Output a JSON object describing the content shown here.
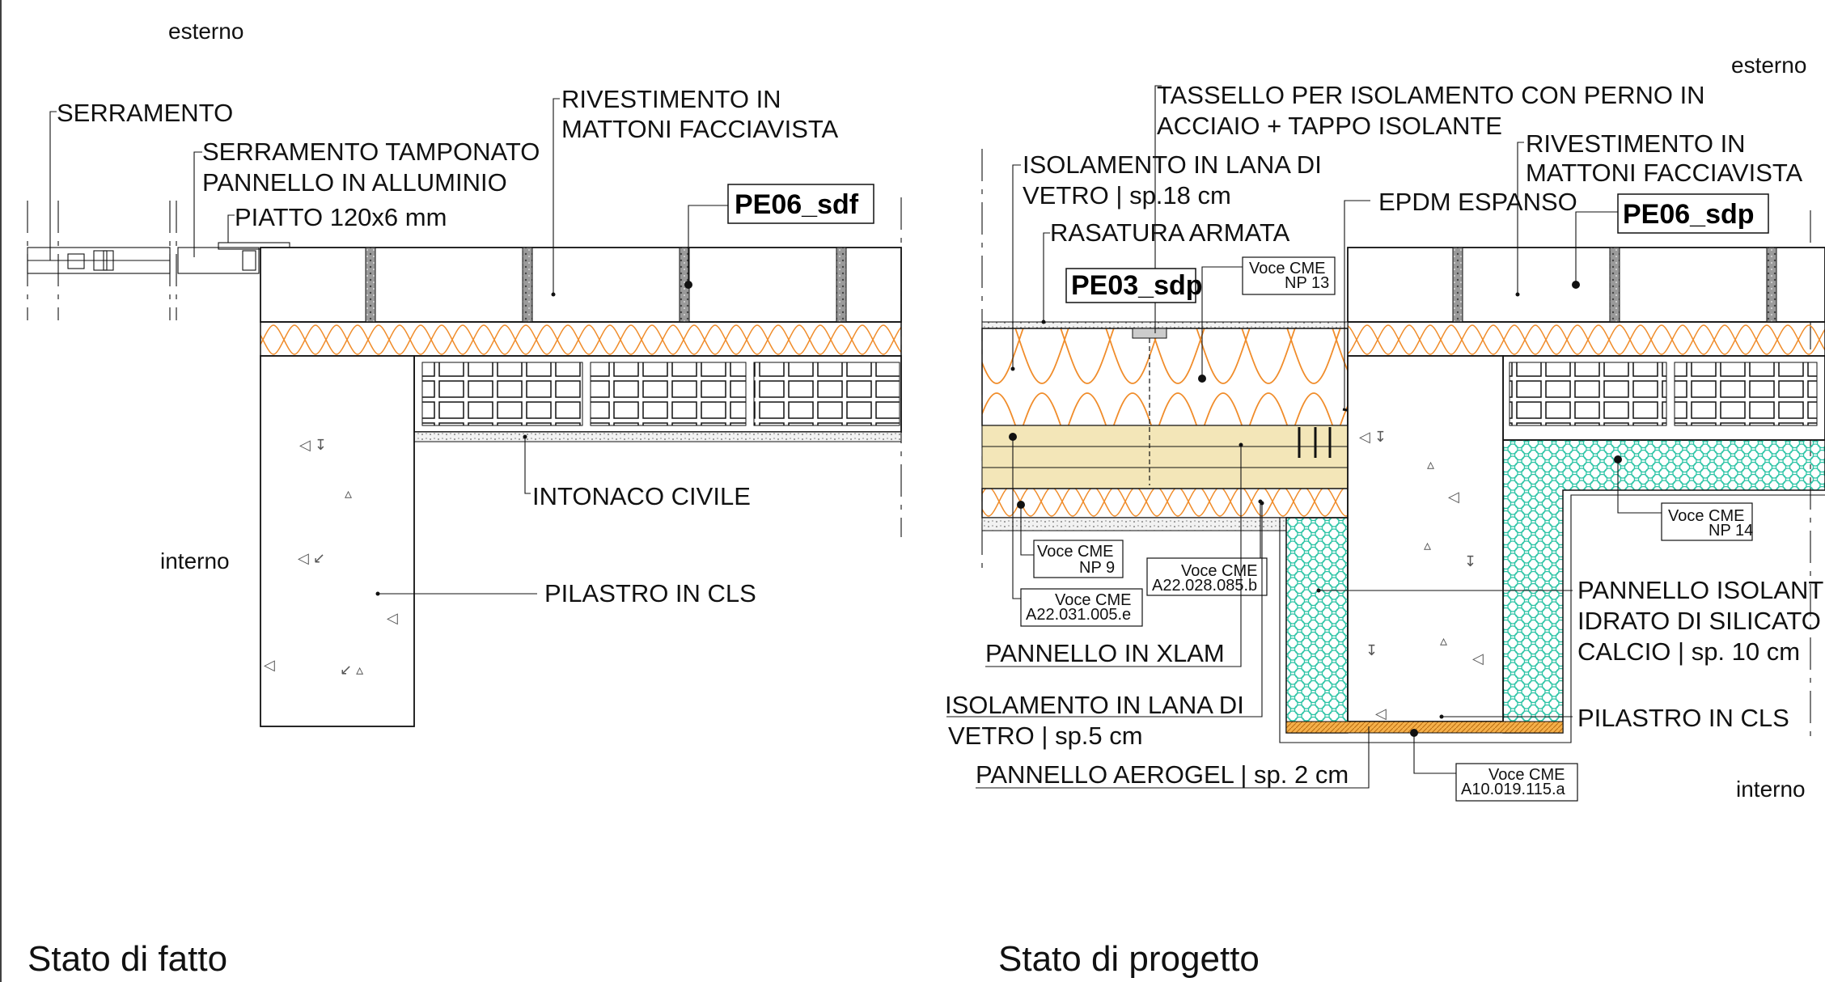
{
  "left": {
    "title": "Stato di fatto",
    "esterno": "esterno",
    "interno": "interno",
    "tag": "PE06_sdf",
    "labels": {
      "serramento": "SERRAMENTO",
      "tamponato_1": "SERRAMENTO TAMPONATO",
      "tamponato_2": "PANNELLO IN ALLUMINIO",
      "piatto": "PIATTO 120x6 mm",
      "rivestimento_1": "RIVESTIMENTO IN",
      "rivestimento_2": "MATTONI FACCIAVISTA",
      "intonaco": "INTONACO CIVILE",
      "pilastro": "PILASTRO IN CLS"
    }
  },
  "right": {
    "title": "Stato di progetto",
    "esterno": "esterno",
    "interno": "interno",
    "tag_main": "PE06_sdp",
    "tag_sec": "PE03_sdp",
    "labels": {
      "tassello_1": "TASSELLO PER ISOLAMENTO CON PERNO IN",
      "tassello_2": "ACCIAIO + TAPPO ISOLANTE",
      "lana18_1": "ISOLAMENTO IN LANA DI",
      "lana18_2": "VETRO | sp.18 cm",
      "rasatura": "RASATURA ARMATA",
      "epdm": "EPDM ESPANSO",
      "rivestimento_1": "RIVESTIMENTO IN",
      "rivestimento_2": "MATTONI FACCIAVISTA",
      "xlam": "PANNELLO IN XLAM",
      "lana5_1": "ISOLAMENTO IN LANA DI",
      "lana5_2": "VETRO | sp.5 cm",
      "aerogel": "PANNELLO AEROGEL | sp. 2 cm",
      "silicato_1": "PANNELLO ISOLANTE",
      "silicato_2": "IDRATO DI SILICATO DI",
      "silicato_3": "CALCIO | sp. 10 cm",
      "pilastro": "PILASTRO IN CLS"
    },
    "voci": {
      "np13_a": "Voce CME",
      "np13_b": "NP 13",
      "np9_a": "Voce CME",
      "np9_b": "NP 9",
      "a22031_a": "Voce CME",
      "a22031_b": "A22.031.005.e",
      "a22028_a": "Voce CME",
      "a22028_b": "A22.028.085.b",
      "np14_a": "Voce CME",
      "np14_b": "NP 14",
      "a10019_a": "Voce CME",
      "a10019_b": "A10.019.115.a"
    }
  },
  "colors": {
    "insulation_stroke": "#f08c2a",
    "wood_fill": "#f3e6b8",
    "silicate_stroke": "#2ec4a6",
    "aerogel_fill": "#f5b04a",
    "concrete_fill": "#ffffff",
    "line": "#111111"
  }
}
